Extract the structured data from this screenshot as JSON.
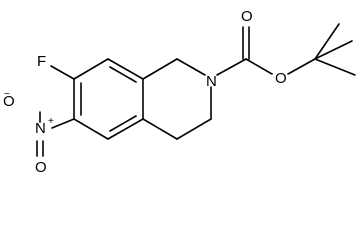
{
  "structure": {
    "atoms": {
      "fluorine": "F",
      "nitro_nitrogen": "N",
      "nitro_oxygen_charged": "O",
      "nitro_oxygen_double": "O",
      "ring_nitrogen": "N",
      "carbonyl_oxygen": "O",
      "ester_oxygen": "O"
    },
    "charges": {
      "nitro_nitrogen_charge": "+",
      "nitro_oxygen_charge": "−"
    }
  }
}
